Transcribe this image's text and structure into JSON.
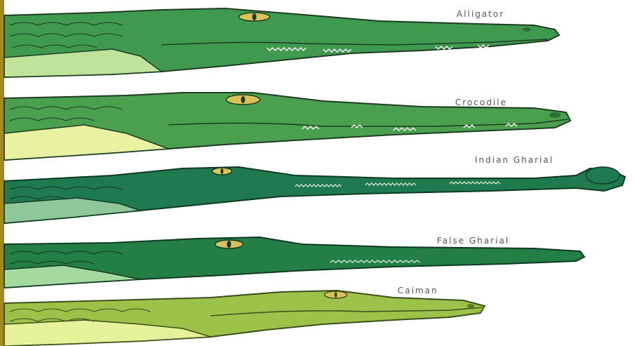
{
  "labels": {
    "alligator": "Alligator",
    "crocodile": "Crocodile",
    "indian_gharial": "Indian Gharial",
    "false_gharial": "False Gharial",
    "caiman": "Caiman"
  },
  "colors": {
    "left_bar": "#a38a1f",
    "alligator_body": "#3f9a4f",
    "alligator_belly": "#bfe39a",
    "crocodile_body": "#4aa04f",
    "crocodile_belly": "#e8f2a0",
    "gharial_body": "#1f7a4f",
    "gharial_belly": "#8fc79a",
    "false_gharial_body": "#237f45",
    "false_gharial_belly": "#a4d9a0",
    "caiman_body": "#9cc24a",
    "caiman_belly": "#e6f29a",
    "outline": "#1d3d22",
    "eye": "#d9c25a",
    "label_text": "#555555"
  }
}
